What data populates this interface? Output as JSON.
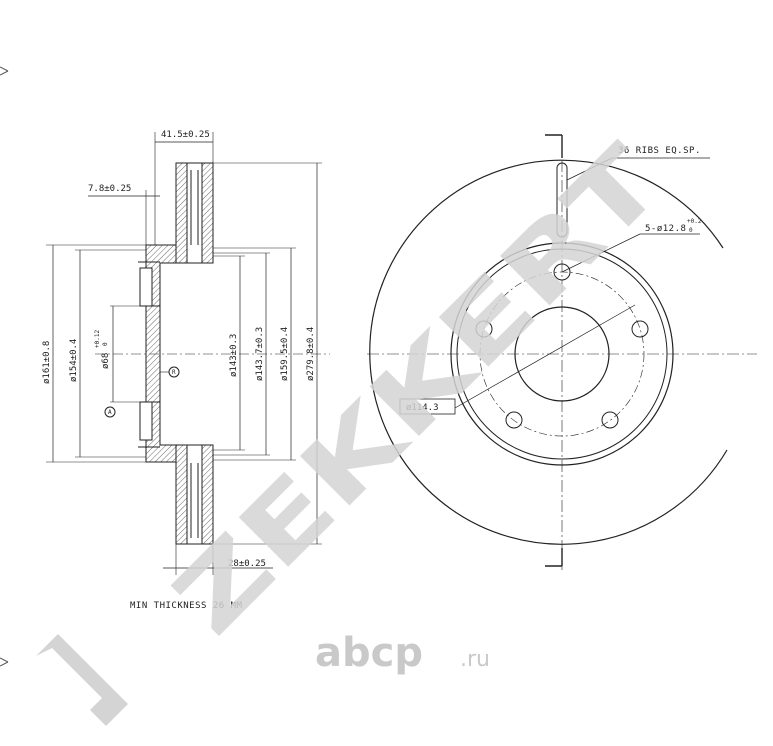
{
  "side_view": {
    "dims": {
      "overall_width": "41.5±0.25",
      "hat_offset": "7.8±0.25",
      "thickness": "28±0.25",
      "d161": "ø161±0.8",
      "d154": "ø154±0.4",
      "d68": "ø68",
      "d68_tol_upper": "+0.12",
      "d68_tol_lower": "0",
      "d143": "ø143±0.3",
      "d143_7": "ø143.7±0.3",
      "d159_5": "ø159.5±0.4",
      "d279_8": "ø279.8±0.4"
    },
    "datum_a": "A",
    "datum_r": "R",
    "min_thickness_note": "MIN THICKNESS 26 MM"
  },
  "front_view": {
    "ribs_note": "36 RIBS EQ.SP.",
    "holes_note": "5-ø12.8",
    "holes_tol_upper": "+0.2",
    "holes_tol_lower": "0",
    "pcd_label": "ø114.3"
  },
  "watermark": {
    "brand": "ZEKKERT"
  },
  "logo": {
    "name": "abcp",
    "suffix": ".ru"
  }
}
